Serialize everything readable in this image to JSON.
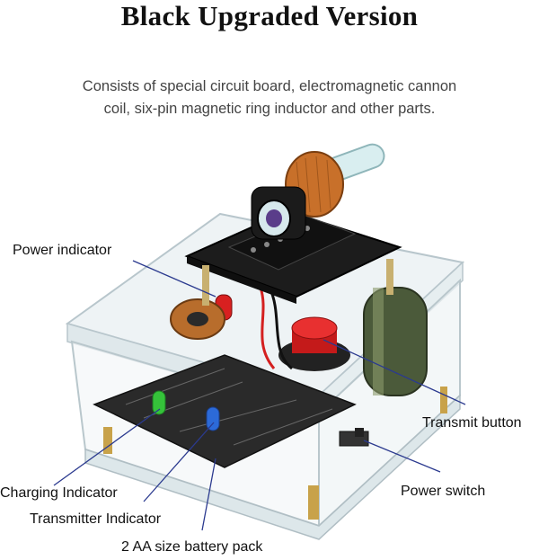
{
  "title": "Black Upgraded Version",
  "description": {
    "line1": "Consists of special circuit board, electromagnetic cannon",
    "line2": "coil,  six-pin magnetic ring inductor and other parts."
  },
  "callouts": {
    "power_indicator": "Power indicator",
    "transmit_button": "Transmit button",
    "charging_indicator": "Charging Indicator",
    "power_switch": "Power switch",
    "transmitter_indicator": "Transmitter Indicator",
    "battery_pack": "2 AA size battery pack"
  },
  "colors": {
    "callout_line": "#2b3a8f",
    "pcb": "#1c1c1c",
    "coil": "#c8702a",
    "button": "#d42020",
    "capacitor": "#4b5a3a"
  }
}
